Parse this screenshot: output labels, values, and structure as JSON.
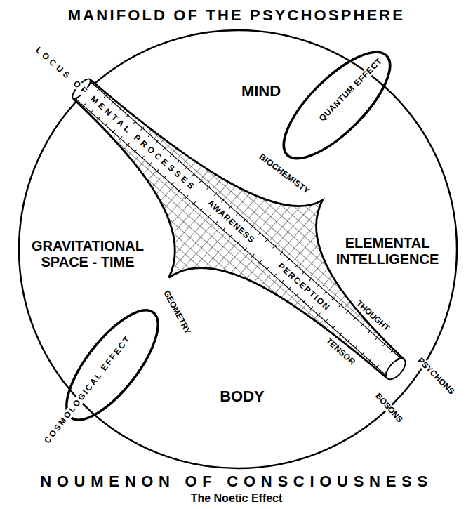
{
  "diagram": {
    "title": "MANIFOLD OF THE PSYCHOSPHERE",
    "caption": "NOUMENON OF CONSCIOUSNESS",
    "labels": [
      "MIND",
      "GRAVITATIONAL SPACE - TIME",
      "ELEMENTAL INTELLIGENCE",
      "BODY",
      "LOCUS OF MENTAL PROCESSES",
      "AWARENESS",
      "PERCEPTION",
      "QUANTUM EFFECT",
      "BIOCHEMISTY",
      "GEOMETRY",
      "COSMOLOGICAL EFFECT",
      "THOUGHT",
      "PSYCHONS",
      "TENSOR",
      "BOSONS",
      "The Noetic Effect"
    ]
  }
}
